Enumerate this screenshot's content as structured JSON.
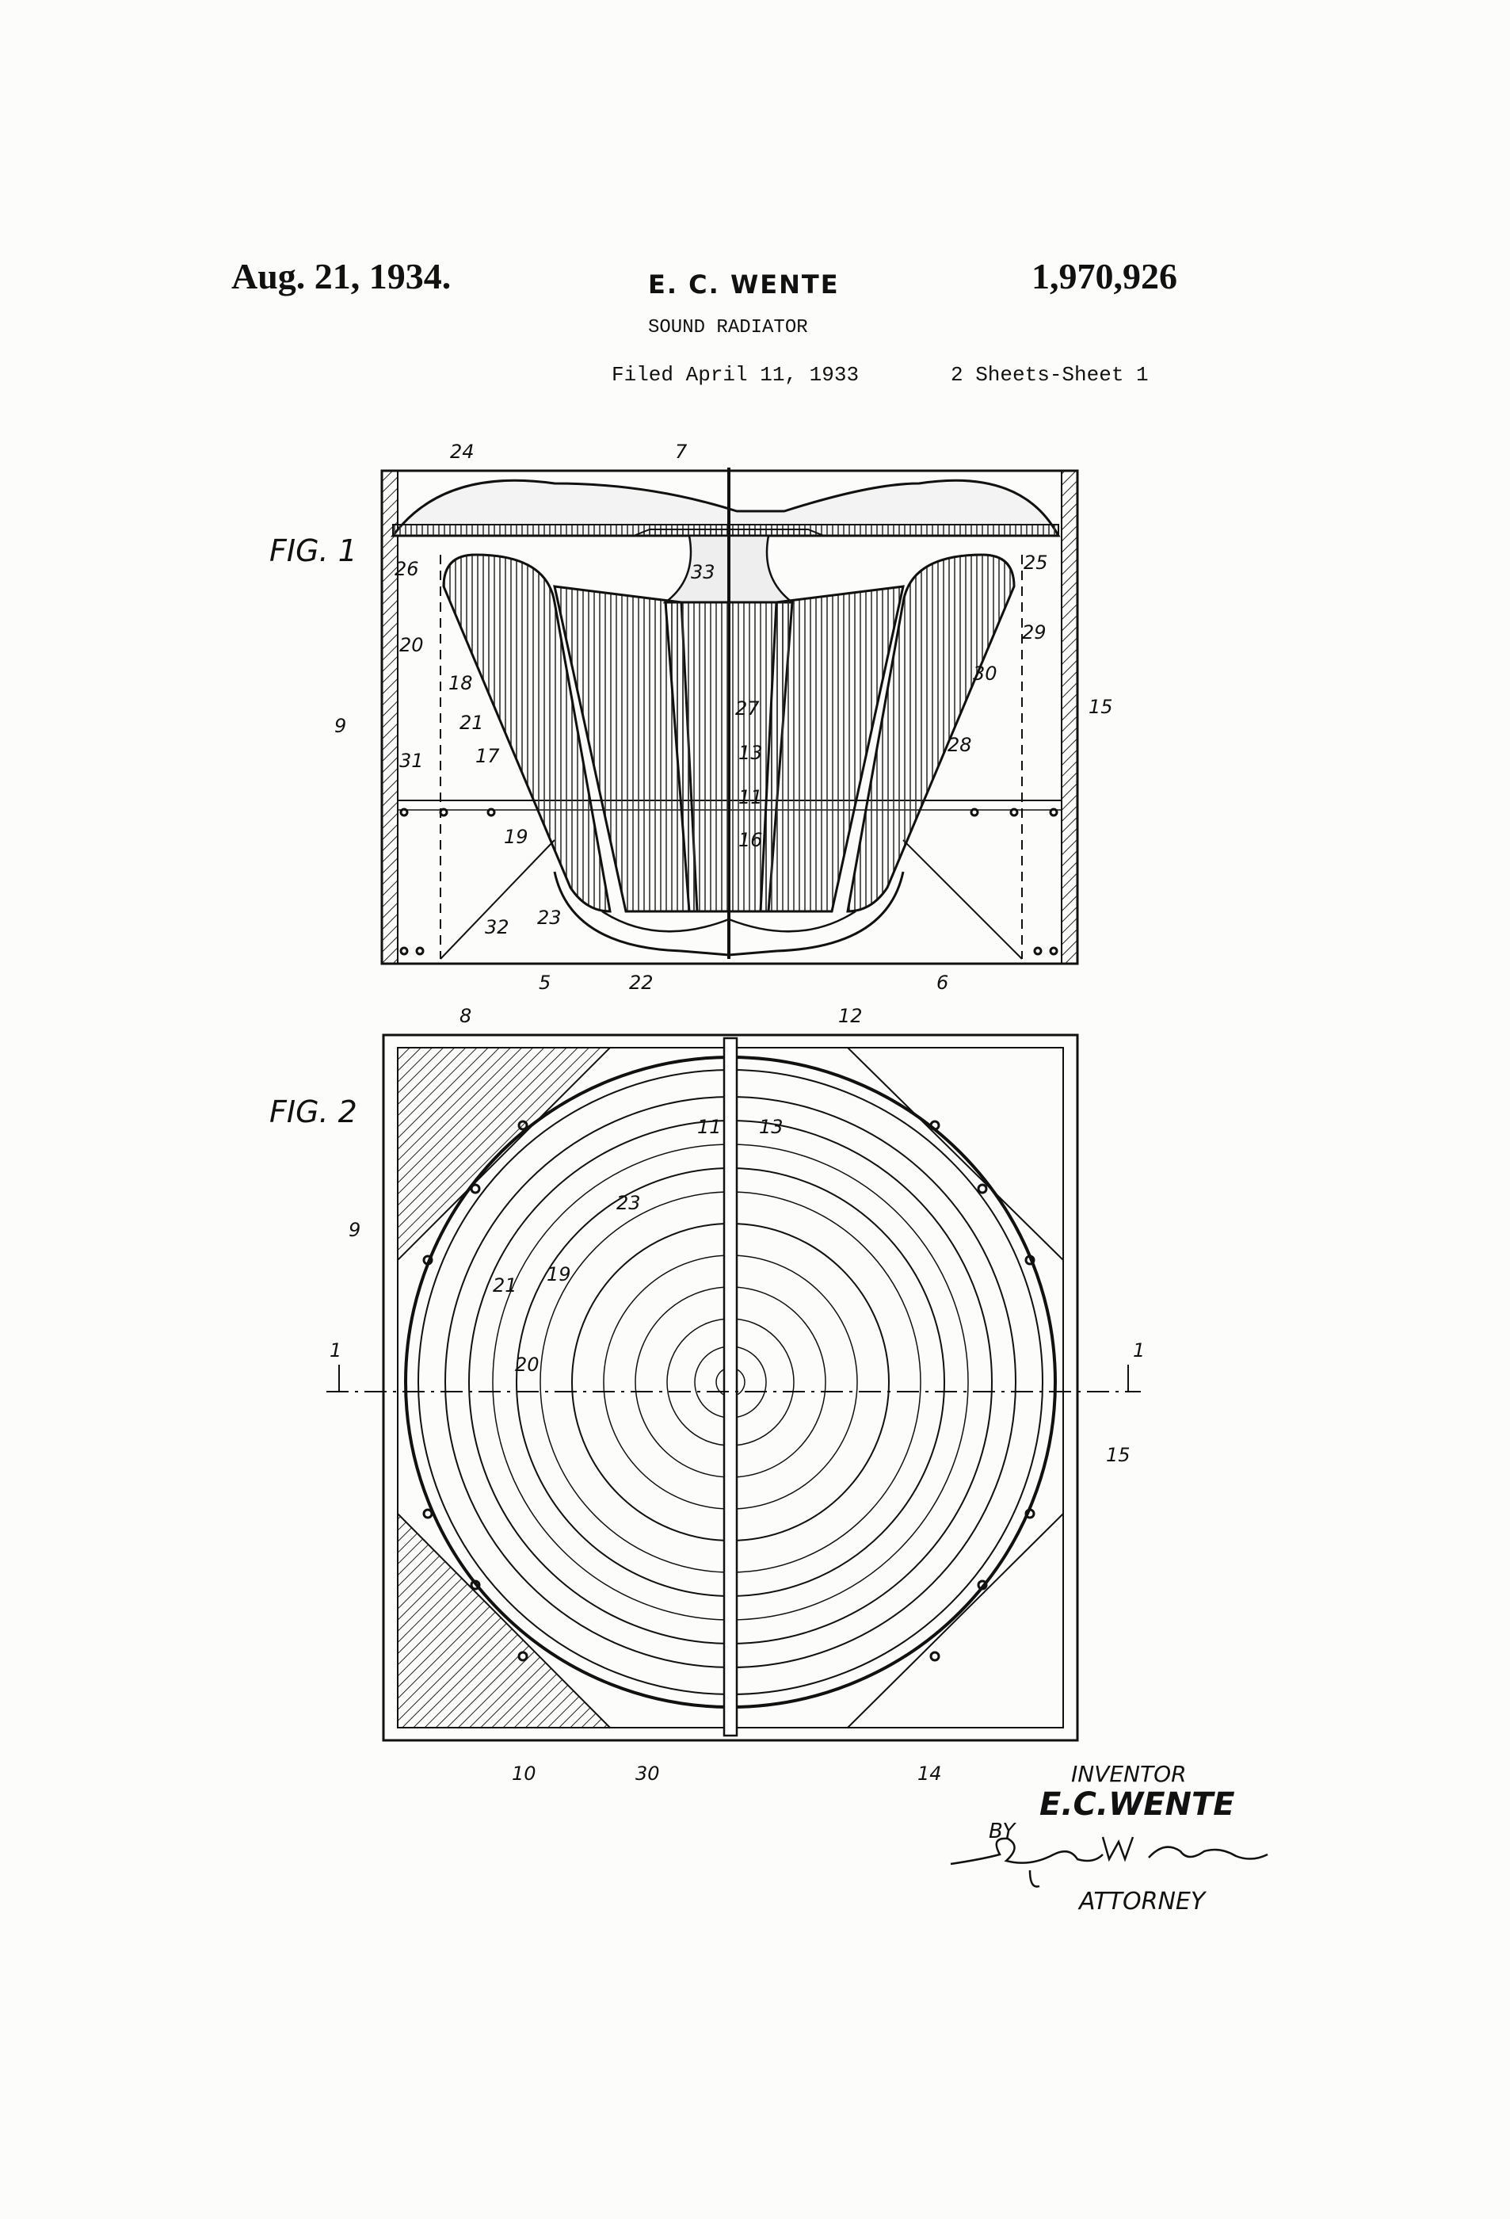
{
  "header": {
    "date": "Aug. 21, 1934.",
    "inventor": "E. C. WENTE",
    "patent_number": "1,970,926",
    "title": "SOUND RADIATOR",
    "filed": "Filed April 11, 1933",
    "sheet": "2 Sheets-Sheet  1"
  },
  "fig1": {
    "label": "FIG. 1",
    "refs": [
      "24",
      "7",
      "26",
      "33",
      "25",
      "20",
      "29",
      "18",
      "30",
      "9",
      "21",
      "27",
      "15",
      "17",
      "13",
      "28",
      "31",
      "11",
      "19",
      "16",
      "32",
      "23",
      "5",
      "22",
      "6"
    ]
  },
  "fig2": {
    "label": "FIG. 2",
    "refs": [
      "8",
      "12",
      "11",
      "13",
      "9",
      "23",
      "21",
      "19",
      "20",
      "15",
      "10",
      "30",
      "14"
    ],
    "section_marks": [
      "1",
      "1"
    ]
  },
  "signature": {
    "inventor_heading": "INVENTOR",
    "inventor_name": "E.C.WENTE",
    "by": "BY",
    "attorney_signature": "Edgar W. Adams",
    "attorney_label": "ATTORNEY"
  }
}
